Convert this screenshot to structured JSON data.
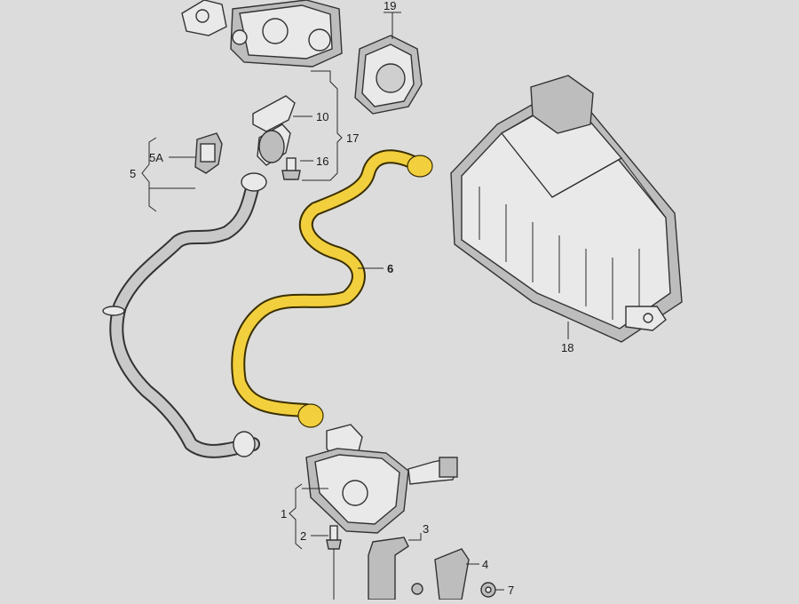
{
  "colors": {
    "background": "#dcdcdc",
    "highlight": "#f2cf3c",
    "part_fill": "#e9e9e9",
    "outline": "#333333"
  },
  "labels": {
    "p19": "19",
    "p10": "10",
    "p17": "17",
    "p16": "16",
    "p5A": "5A",
    "p5": "5",
    "p6": "6",
    "p18": "18",
    "p1": "1",
    "p2": "2",
    "p3": "3",
    "p4": "4",
    "p7": "7"
  },
  "icons": [
    "egr-valve",
    "throttle-flange",
    "air-filter-housing",
    "hose",
    "pump",
    "bolt",
    "bracket",
    "nut"
  ]
}
